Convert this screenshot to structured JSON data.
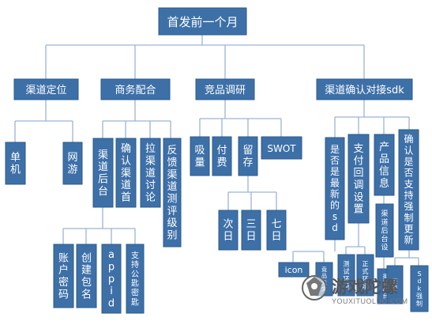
{
  "root": {
    "id": "root",
    "label": "首发前一个月"
  },
  "level1": [
    {
      "id": "channel-position",
      "label": "渠道定位"
    },
    {
      "id": "business-cooperation",
      "label": "商务配合"
    },
    {
      "id": "competitor-research",
      "label": "竞品调研"
    },
    {
      "id": "channel-sdk",
      "label": "渠道确认对接sdk"
    }
  ],
  "channel_position_children": [
    {
      "id": "standalone",
      "label": "单机"
    },
    {
      "id": "online",
      "label": "网游"
    }
  ],
  "business_children": [
    {
      "id": "channel-backend",
      "label": "渠道后台"
    },
    {
      "id": "confirm-launch",
      "label": "确认渠道首发"
    },
    {
      "id": "discussion-group",
      "label": "拉渠道讨论组"
    },
    {
      "id": "feedback-rating",
      "label": "反馈渠道测评级别"
    }
  ],
  "backend_children": [
    {
      "id": "account-password",
      "label": "账户密码"
    },
    {
      "id": "create-package",
      "label": "创建包名"
    },
    {
      "id": "appid",
      "label": "appid"
    },
    {
      "id": "public-key",
      "label": "支持公匙密匙"
    }
  ],
  "competitor_children": [
    {
      "id": "downloads",
      "label": "吸量"
    },
    {
      "id": "payment",
      "label": "付费"
    },
    {
      "id": "retention",
      "label": "留存"
    },
    {
      "id": "swot",
      "label": "SWOT"
    }
  ],
  "retention_children": [
    {
      "id": "day-2",
      "label": "次日"
    },
    {
      "id": "day-3",
      "label": "三日"
    },
    {
      "id": "day-7",
      "label": "七日"
    }
  ],
  "sdk_children": [
    {
      "id": "latest-sdk",
      "label": "是否是最新的sdk"
    },
    {
      "id": "payment-callback",
      "label": "支付回调设置"
    },
    {
      "id": "product-info",
      "label": "产品信息"
    },
    {
      "id": "force-update",
      "label": "确认是否支持强制更新"
    }
  ],
  "sdk_grandchildren": [
    {
      "id": "icon",
      "label": "icon"
    },
    {
      "id": "sdk-small-1",
      "label": "竟品无文"
    },
    {
      "id": "test-env",
      "label": "测试环境"
    },
    {
      "id": "prod-env",
      "label": "正式环境"
    },
    {
      "id": "backend-settings",
      "label": "渠道后台设置"
    },
    {
      "id": "sdk-small-2",
      "label": "渠道后台"
    },
    {
      "id": "sdk-small-3",
      "label": "渠道"
    },
    {
      "id": "sdk-force-update",
      "label": "Sdk强制更新"
    }
  ],
  "watermark": {
    "name": "游戏陀螺",
    "url": "YOUXITUOLUO.COM"
  },
  "colors": {
    "box": "#3e70a8",
    "border": "#2b5a8c",
    "connector": "#9ab3d6",
    "text": "#ffffff"
  }
}
